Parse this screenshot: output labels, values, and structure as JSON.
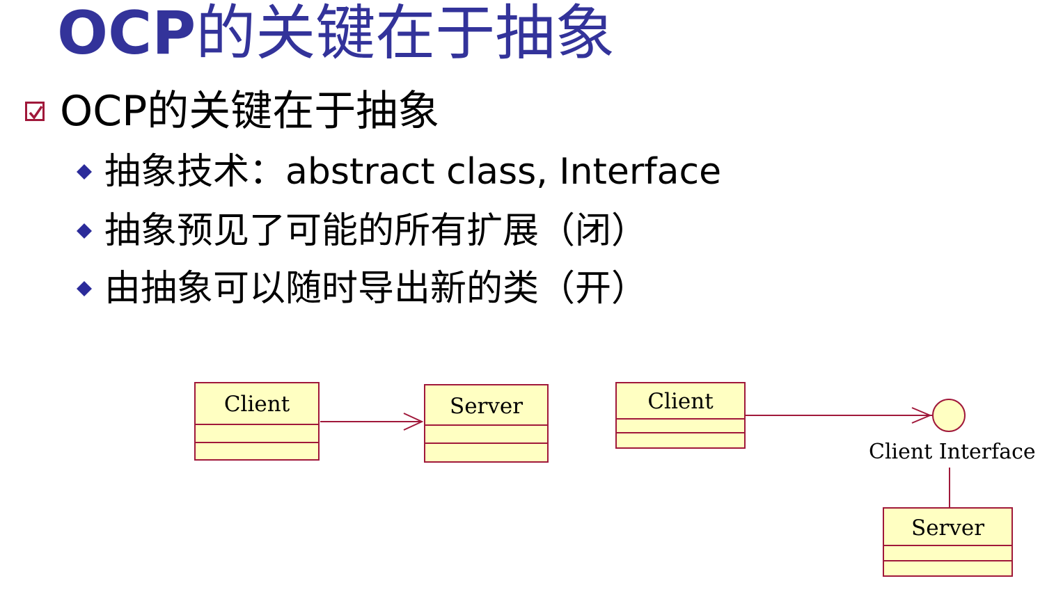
{
  "title": {
    "prefix": "OCP",
    "rest": "的关键在于抽象"
  },
  "main_bullet": {
    "icon": "checkbox-icon",
    "text": "OCP的关键在于抽象"
  },
  "sub_bullets": [
    {
      "icon": "diamond-icon",
      "text": "抽象技术：abstract class, Interface"
    },
    {
      "icon": "diamond-icon",
      "text": "抽象预见了可能的所有扩展（闭）"
    },
    {
      "icon": "diamond-icon",
      "text": "由抽象可以随时导出新的类（开）"
    }
  ],
  "diagram": {
    "left": {
      "client": "Client",
      "server": "Server"
    },
    "right": {
      "client": "Client",
      "interface_label": "Client Interface",
      "server": "Server"
    }
  },
  "colors": {
    "title": "#33339a",
    "uml_border": "#a0183a",
    "uml_fill": "#ffffc2",
    "diamond": "#2b2b9a"
  }
}
